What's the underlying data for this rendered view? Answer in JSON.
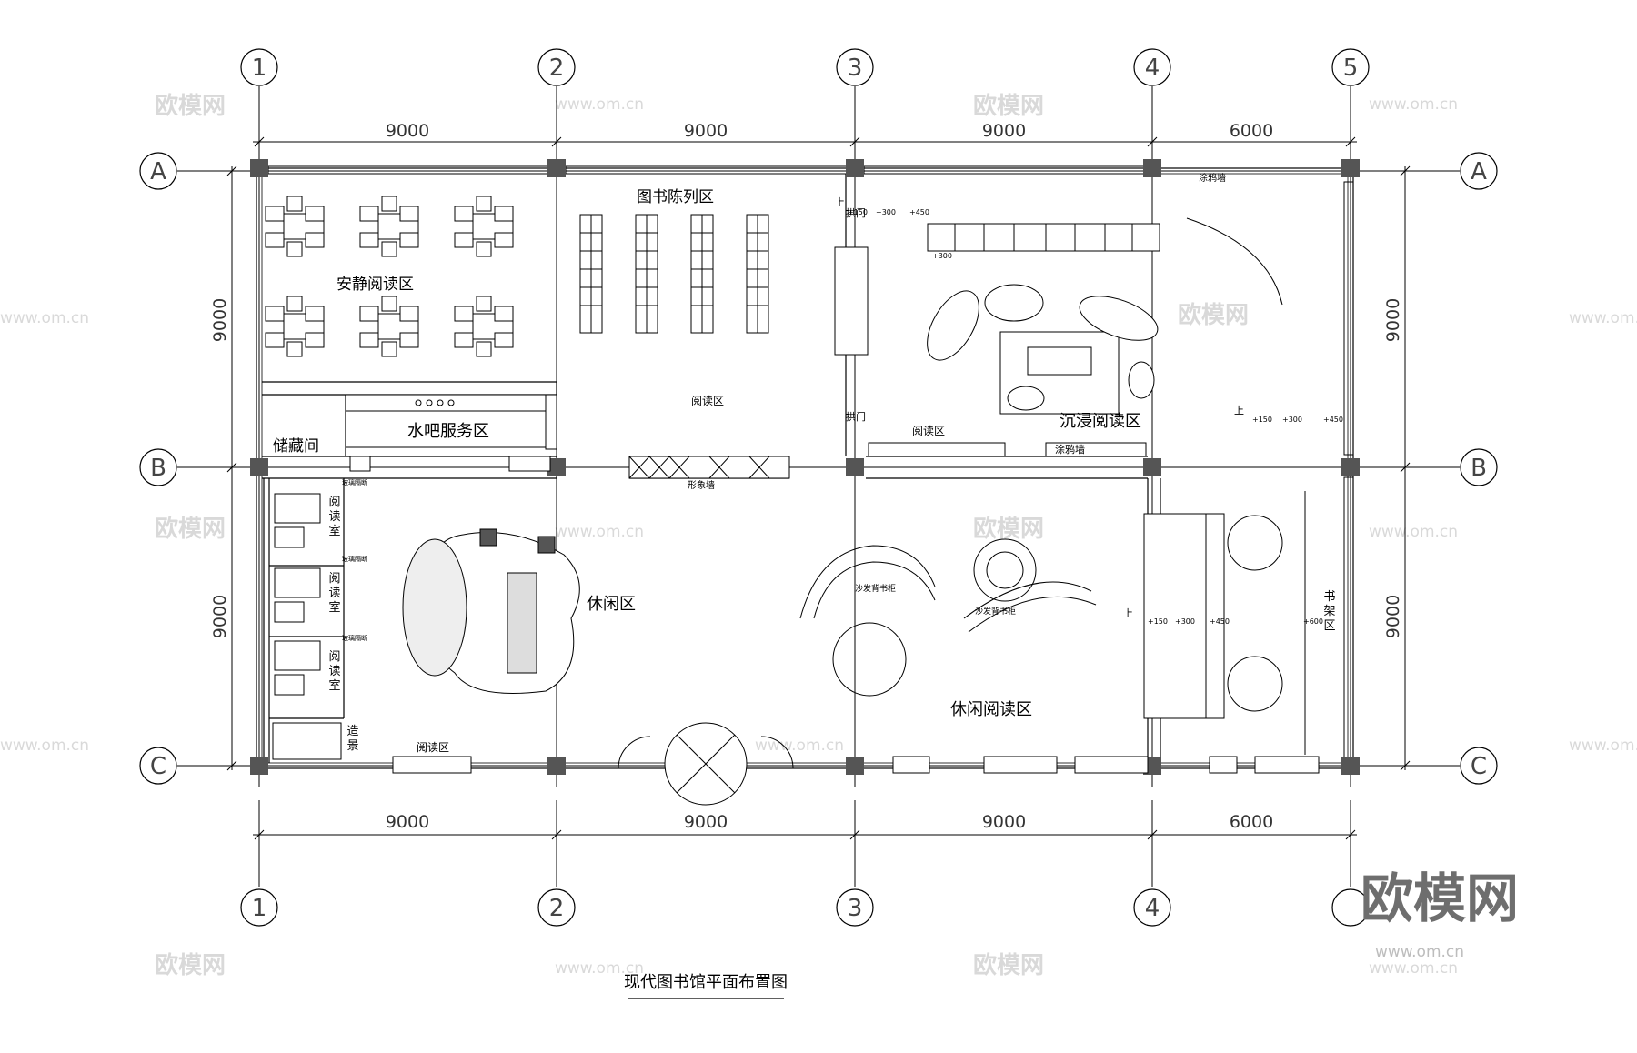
{
  "grid": {
    "columns": [
      "1",
      "2",
      "3",
      "4",
      "5"
    ],
    "rows": [
      "A",
      "B",
      "C"
    ]
  },
  "dimensions": {
    "top": [
      "9000",
      "9000",
      "9000",
      "6000"
    ],
    "bottom": [
      "9000",
      "9000",
      "9000",
      "6000"
    ],
    "left": [
      "9000",
      "9000"
    ],
    "right": [
      "9000",
      "9000"
    ]
  },
  "rooms": {
    "quiet_reading": "安静阅读区",
    "book_display": "图书陈列区",
    "immersive_reading": "沉浸阅读区",
    "water_bar": "水吧服务区",
    "storage": "储藏间",
    "reading_upper": "阅读区",
    "reading_mid": "阅读区",
    "reading_bottom": "阅读区",
    "image_wall": "形象墙",
    "graffiti_wall_top": "涂鸦墙",
    "graffiti_wall_mid": "涂鸦墙",
    "leisure": "休闲区",
    "leisure_reading": "休闲阅读区",
    "sofa_shelf_1": "沙发背书柜",
    "sofa_shelf_2": "沙发背书柜",
    "reading_room_1": "阅读室",
    "reading_room_2": "阅读室",
    "reading_room_3": "阅读室",
    "landscape": "造景",
    "bookshelf_zone": "书架区",
    "arch_door_1": "拱门",
    "arch_door_2": "拱门",
    "partition_1": "玻璃隔断",
    "partition_2": "玻璃隔断",
    "partition_3": "玻璃隔断"
  },
  "levels": {
    "up_1": "上",
    "up_2": "上",
    "up_3": "上",
    "a_150": "+150",
    "a_300": "+300",
    "a_450": "+450",
    "a_300b": "+300",
    "b_150": "+150",
    "b_300": "+300",
    "b_450": "+450",
    "c_150": "+150",
    "c_300": "+300",
    "c_450": "+450",
    "c_600": "+600"
  },
  "title": "现代图书馆平面布置图",
  "watermark": {
    "brand": "欧模网",
    "url": "www.om.cn"
  }
}
